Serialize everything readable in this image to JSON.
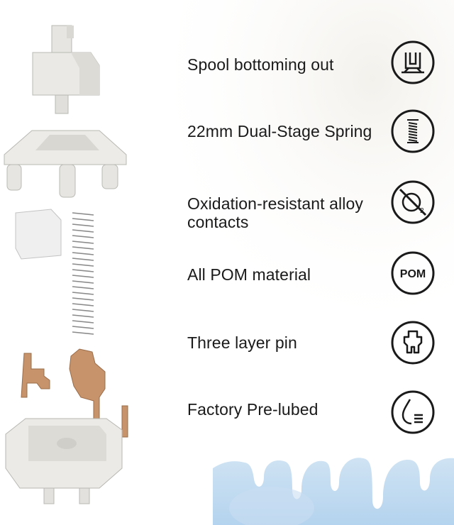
{
  "features": [
    {
      "label": "Spool bottoming out",
      "icon": "spool-icon"
    },
    {
      "label": "22mm Dual-Stage Spring",
      "icon": "spring-icon"
    },
    {
      "label": "Oxidation-resistant alloy contacts",
      "icon": "no-oxidation-icon"
    },
    {
      "label": "All POM material",
      "icon": "pom-icon"
    },
    {
      "label": "Three layer pin",
      "icon": "pin-icon"
    },
    {
      "label": "Factory Pre-lubed",
      "icon": "lube-drop-icon"
    }
  ],
  "pom_icon_text": "POM",
  "colors": {
    "text": "#1a1a1a",
    "splash": "#bcd9ef",
    "housing": "#e9e8e4",
    "copper": "#c7936a"
  }
}
